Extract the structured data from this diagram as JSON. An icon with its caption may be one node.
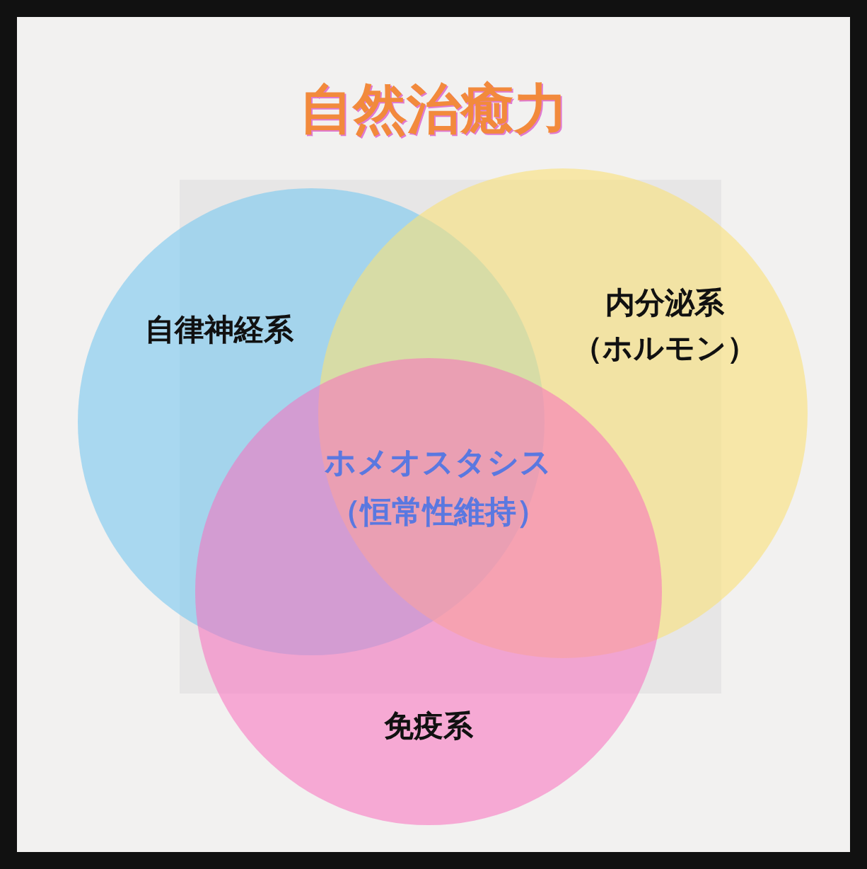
{
  "diagram": {
    "title": "自然治癒力",
    "nodes": [
      {
        "text": [
          "自律神経系"
        ]
      },
      {
        "text": [
          "内分泌系（ホルモン）"
        ]
      },
      {
        "text": [
          "免疫系"
        ]
      }
    ],
    "edges": [],
    "labels": [
      "ホメオスタシス（恒常性維持）"
    ]
  }
}
